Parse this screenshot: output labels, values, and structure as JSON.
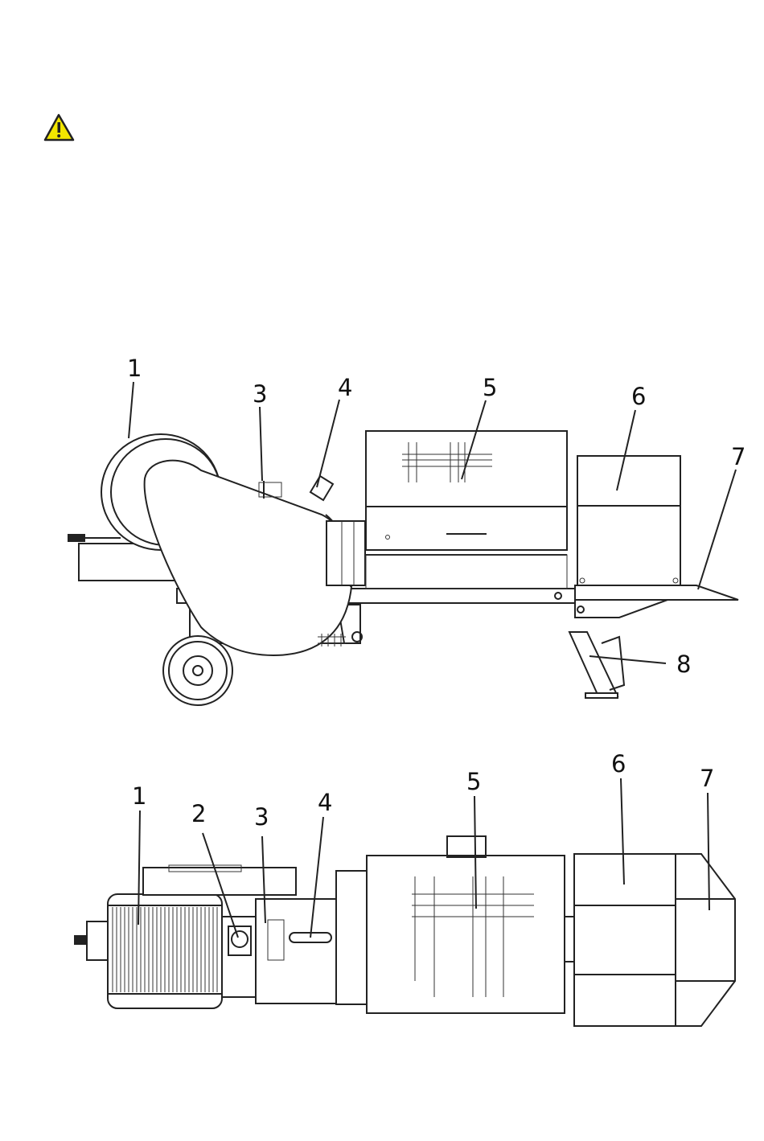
{
  "warning": {
    "icon": "warning-triangle-icon",
    "color": "#f2e600"
  },
  "side_view": {
    "callouts": [
      {
        "id": "1",
        "label": "1"
      },
      {
        "id": "3",
        "label": "3"
      },
      {
        "id": "4",
        "label": "4"
      },
      {
        "id": "5",
        "label": "5"
      },
      {
        "id": "6",
        "label": "6"
      },
      {
        "id": "7",
        "label": "7"
      },
      {
        "id": "8",
        "label": "8"
      }
    ]
  },
  "top_view": {
    "callouts": [
      {
        "id": "1",
        "label": "1"
      },
      {
        "id": "2",
        "label": "2"
      },
      {
        "id": "3",
        "label": "3"
      },
      {
        "id": "4",
        "label": "4"
      },
      {
        "id": "5",
        "label": "5"
      },
      {
        "id": "6",
        "label": "6"
      },
      {
        "id": "7",
        "label": "7"
      }
    ]
  }
}
